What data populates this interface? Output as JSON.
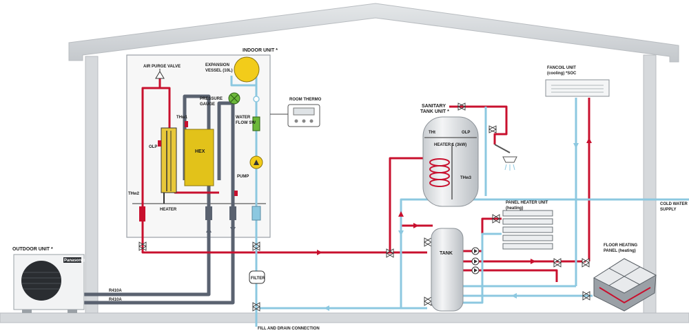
{
  "labels": {
    "indoor_unit": "INDOOR UNIT *",
    "air_purge_valve": "AIR PURGE VALVE",
    "expansion_vessel_1": "EXPANSION",
    "expansion_vessel_2": "VESSEL (10L)",
    "pressure_gauge_1": "PRESSURE",
    "pressure_gauge_2": "GAUGE",
    "water_flow_sw_1": "WATER",
    "water_flow_sw_2": "FLOW SW",
    "room_thermo": "ROOM THERMO",
    "thw1": "THw1",
    "olp": "OLP",
    "hex": "HEX",
    "pump": "PUMP",
    "thw2": "THw2",
    "heater": "HEATER",
    "outdoor_unit": "OUTDOOR UNIT *",
    "panasonic": "Panasonic",
    "r410a_1": "R410A",
    "r410a_2": "R410A",
    "filter": "FILTER",
    "fill_drain": "FILL AND DRAIN CONNECTION",
    "sanitary_tank_1": "SANITARY",
    "sanitary_tank_2": "TANK UNIT *",
    "tank_th": "THt",
    "tank_olp": "OLP",
    "heater1": "HEATER 1 (3kW)",
    "thw3": "THw3",
    "fancoil_1": "FANCOIL UNIT",
    "fancoil_2": "(cooling) *SOC",
    "cold_water_1": "COLD WATER",
    "cold_water_2": "SUPPLY",
    "panel_heater_1": "PANEL HEATER UNIT",
    "panel_heater_2": "(heating)",
    "tank": "TANK",
    "floor_heating_1": "FLOOR HEATING",
    "floor_heating_2": "PANEL (heating)"
  },
  "colors": {
    "hot_pipe": "#c8102e",
    "cold_pipe": "#8cc8e0",
    "refrigerant_pipe": "#5a6270",
    "house_frame": "#cfd3d6",
    "tank_fill": "#e8eaec",
    "hex_fill": "#e2c21a",
    "vessel_fill": "#f2cc1a",
    "gauge_fill": "#6cb83a",
    "flow_switch_fill": "#6cb83a"
  }
}
